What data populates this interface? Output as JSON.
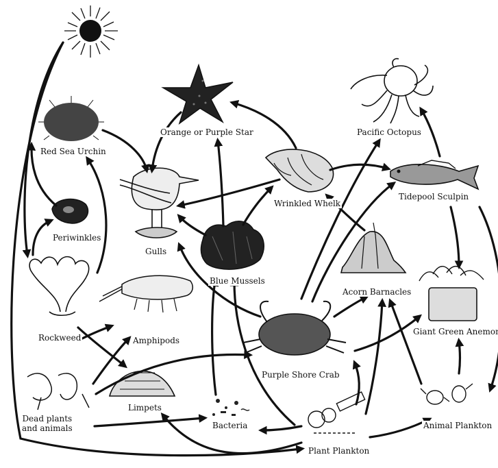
{
  "nodes": {
    "sun": {
      "label": ""
    },
    "orange_purple_star": {
      "label": "Orange or Purple Star"
    },
    "pacific_octopus": {
      "label": "Pacific Octopus"
    },
    "red_sea_urchin": {
      "label": "Red Sea Urchin"
    },
    "gulls": {
      "label": "Gulls"
    },
    "wrinkled_whelk": {
      "label": "Wrinkled Whelk"
    },
    "tidepool_sculpin": {
      "label": "Tidepool Sculpin"
    },
    "periwinkles": {
      "label": "Periwinkles"
    },
    "blue_mussels": {
      "label": "Blue Mussels"
    },
    "acorn_barnacles": {
      "label": "Acorn Barnacles"
    },
    "rockweed": {
      "label": "Rockweed"
    },
    "amphipods": {
      "label": "Amphipods"
    },
    "giant_green_anemone": {
      "label": "Giant Green Anemone"
    },
    "purple_shore_crab": {
      "label": "Purple Shore Crab"
    },
    "limpets": {
      "label": "Limpets"
    },
    "dead_plants_animals": {
      "label": "Dead plants\nand animals"
    },
    "bacteria": {
      "label": "Bacteria"
    },
    "plant_plankton": {
      "label": "Plant Plankton"
    },
    "animal_plankton": {
      "label": "Animal Plankton"
    }
  },
  "colors": {
    "ink": "#111111",
    "background": "#ffffff"
  }
}
